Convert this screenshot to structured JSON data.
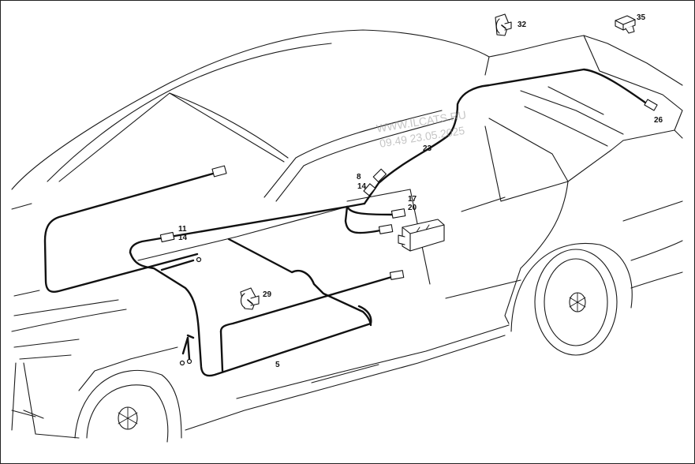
{
  "colors": {
    "line": "#1a1a1a",
    "wire": "#111111",
    "background": "#ffffff",
    "watermark": "#969696"
  },
  "callouts": {
    "c32": "32",
    "c35": "35",
    "c26": "26",
    "c23": "23",
    "c8": "8",
    "c14a": "14",
    "c17": "17",
    "c20": "20",
    "c11": "11",
    "c14b": "14",
    "c29": "29",
    "c5": "5"
  },
  "watermark": {
    "line1": "WWW.ILCATS.RU",
    "line2": "09.49 23.05.2025"
  },
  "icons": [
    "speaker-icon",
    "connector-icon",
    "control-module-icon",
    "wheel-hub-icon"
  ]
}
